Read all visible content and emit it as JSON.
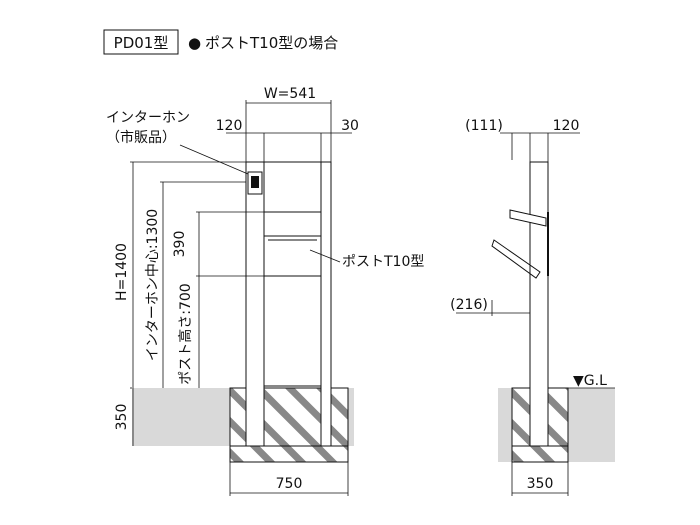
{
  "header": {
    "model_label": "PD01型",
    "bullet": "●",
    "caption": "ポストT10型の場合"
  },
  "front_view": {
    "width_dim": "W=541",
    "left_offset": "120",
    "right_offset": "30",
    "intercom_label_line1": "インターホン",
    "intercom_label_line2": "（市販品）",
    "height_dim": "H=1400",
    "intercom_center": "インターホン中心:1300",
    "post_height": "ポスト高さ:700",
    "post_box_height": "390",
    "post_label": "ポストT10型",
    "foundation_depth": "350",
    "foundation_width": "750"
  },
  "side_view": {
    "top_left_dim": "(111)",
    "top_right_dim": "120",
    "protrusion_dim": "(216)",
    "ground_marker": "▼G.L",
    "foundation_width": "350"
  },
  "colors": {
    "line": "#222222",
    "ground_fill": "#d9d9d9",
    "hatch": "#555555"
  }
}
